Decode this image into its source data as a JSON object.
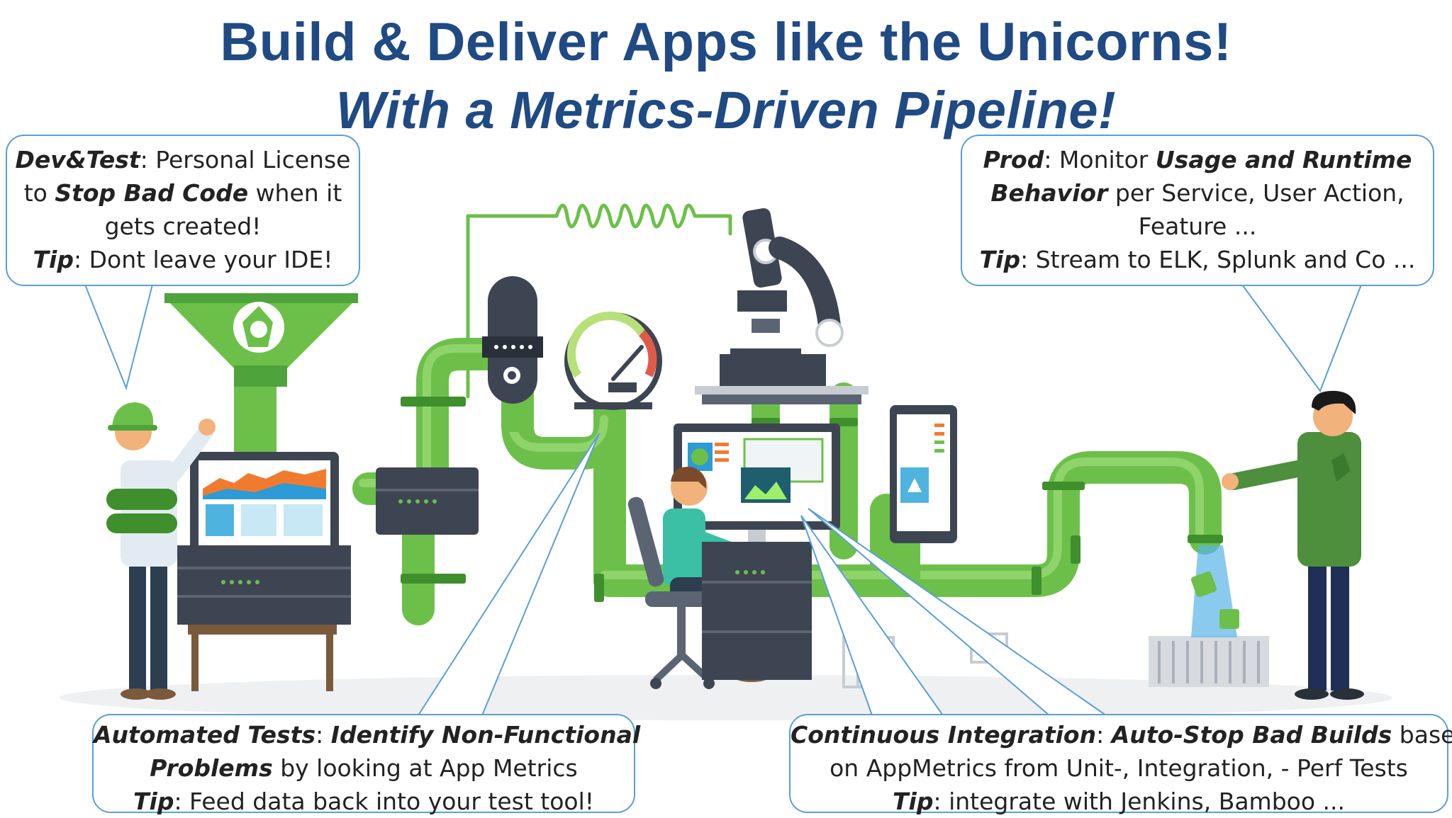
{
  "title": {
    "line1": "Build & Deliver Apps like the Unicorns!",
    "line2": "With a Metrics-Driven Pipeline!"
  },
  "callouts": {
    "dev_test": {
      "l1_a": "Dev&Test",
      "l1_b": ": Personal License",
      "l2_a": "to ",
      "l2_b": "Stop Bad Code",
      "l2_c": " when it",
      "l3": "gets created!",
      "l4_a": "Tip",
      "l4_b": ": Dont leave your IDE!"
    },
    "prod": {
      "l1_a": "Prod",
      "l1_b": ": Monitor ",
      "l1_c": "Usage and Runtime",
      "l2_a": "Behavior",
      "l2_b": " per Service, User Action,",
      "l3": "Feature ...",
      "l4_a": "Tip",
      "l4_b": ": Stream to ELK, Splunk and Co ..."
    },
    "automated_tests": {
      "l1_a": "Automated Tests",
      "l1_b": ": ",
      "l1_c": "Identify Non-Functional",
      "l2_a": "Problems",
      "l2_b": " by looking at App Metrics",
      "l3_a": "Tip",
      "l3_b": ": Feed data back into your test tool!"
    },
    "ci": {
      "l1_a": "Continuous Integration",
      "l1_b": ": ",
      "l1_c": "Auto-Stop Bad Builds",
      "l1_d": " based",
      "l2": "on AppMetrics from Unit-, Integration, - Perf Tests",
      "l3_a": "Tip",
      "l3_b": ": integrate with Jenkins, Bamboo ..."
    }
  },
  "colors": {
    "title": "#1f4a84",
    "callout_border": "#5a9fd4",
    "pipe_green": "#6cc04a",
    "pipe_dark_green": "#3f8f2c",
    "machine_dark": "#3e4552",
    "floor_gray": "#eef0f2"
  },
  "icons": [
    "funnel-icon",
    "microscope-icon",
    "gauge-icon",
    "monitor-icon",
    "tablet-icon",
    "laptop-icon",
    "server-rack-icon"
  ]
}
